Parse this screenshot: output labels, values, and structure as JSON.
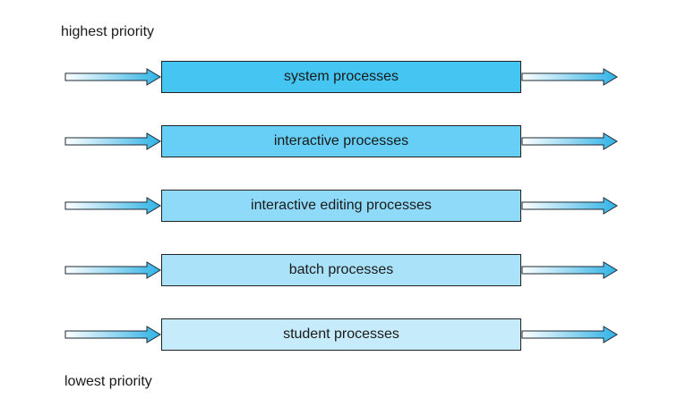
{
  "labels": {
    "top": "highest priority",
    "bottom": "lowest priority"
  },
  "queues": [
    {
      "label": "system processes",
      "color": "#45c6f2"
    },
    {
      "label": "interactive processes",
      "color": "#67cff5"
    },
    {
      "label": "interactive editing processes",
      "color": "#8fdaf8"
    },
    {
      "label": "batch processes",
      "color": "#a9e2f9"
    },
    {
      "label": "student processes",
      "color": "#c6ebfb"
    }
  ]
}
